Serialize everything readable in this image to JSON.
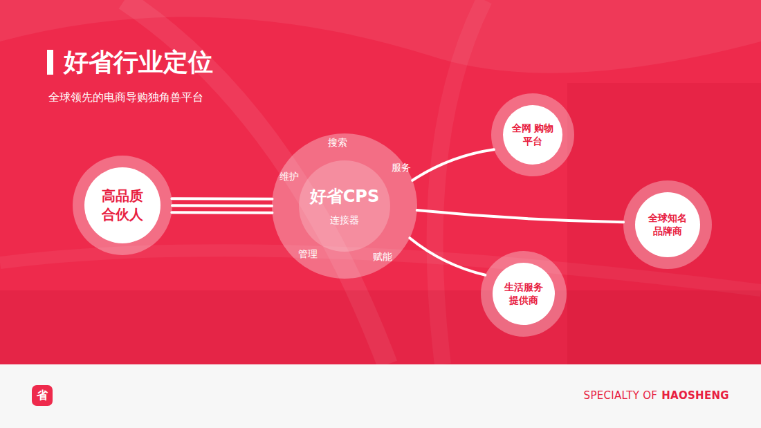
{
  "diagram": {
    "title": "好省行业定位",
    "nodes": [
      {
        "text": [
          "高品质 合伙人"
        ]
      },
      {
        "text": [
          "搜索",
          "维护",
          "服务",
          "好省CPS",
          "连接器",
          "管理",
          "赋能"
        ]
      },
      {
        "text": [
          "全网 购物平台"
        ]
      },
      {
        "text": [
          "全球知名 品牌商"
        ]
      },
      {
        "text": [
          "生活服务 提供商"
        ]
      }
    ],
    "edges": [
      {
        "from": 0,
        "to": 1,
        "arrow": "none"
      },
      {
        "from": 1,
        "to": 2,
        "arrow": "none"
      },
      {
        "from": 1,
        "to": 3,
        "arrow": "none"
      },
      {
        "from": 1,
        "to": 4,
        "arrow": "none"
      }
    ],
    "labels": [
      "全球领先的电商导购独角兽平台",
      "省",
      "SPECIALTY OF",
      "HAOSHENG"
    ]
  }
}
